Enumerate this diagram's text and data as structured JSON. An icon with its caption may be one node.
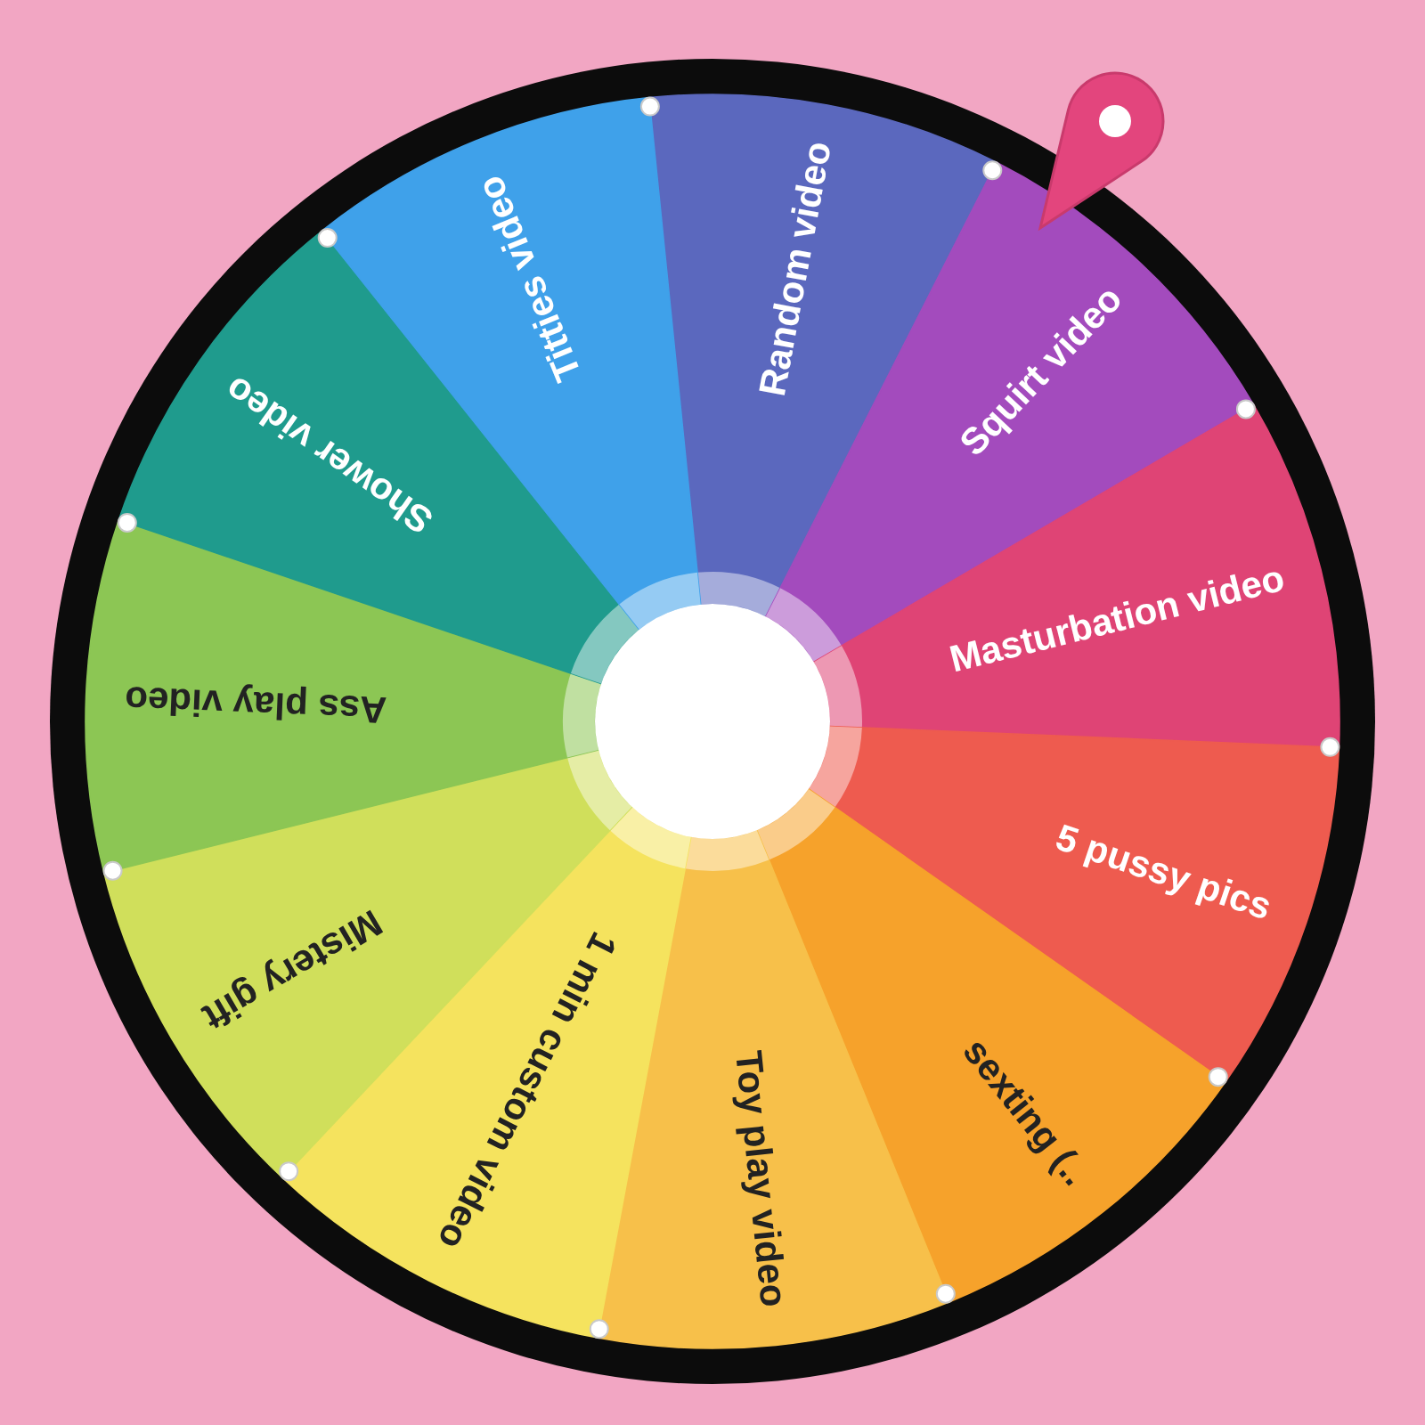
{
  "diagram": {
    "nodes": [
      {
        "text": [
          "Random video"
        ]
      },
      {
        "text": [
          "Squirt video"
        ]
      },
      {
        "text": [
          "Masturbation video"
        ]
      },
      {
        "text": [
          "5 pussy pics"
        ]
      },
      {
        "text": [
          "sexting (.."
        ]
      },
      {
        "text": [
          "Toy play video"
        ]
      },
      {
        "text": [
          "1 min custom video"
        ]
      },
      {
        "text": [
          "Mistery gift"
        ]
      },
      {
        "text": [
          "Ass play video"
        ]
      },
      {
        "text": [
          "Shower video"
        ]
      },
      {
        "text": [
          "Titties video"
        ]
      },
      {
        "text": [],
        "shape": "circle"
      }
    ]
  }
}
